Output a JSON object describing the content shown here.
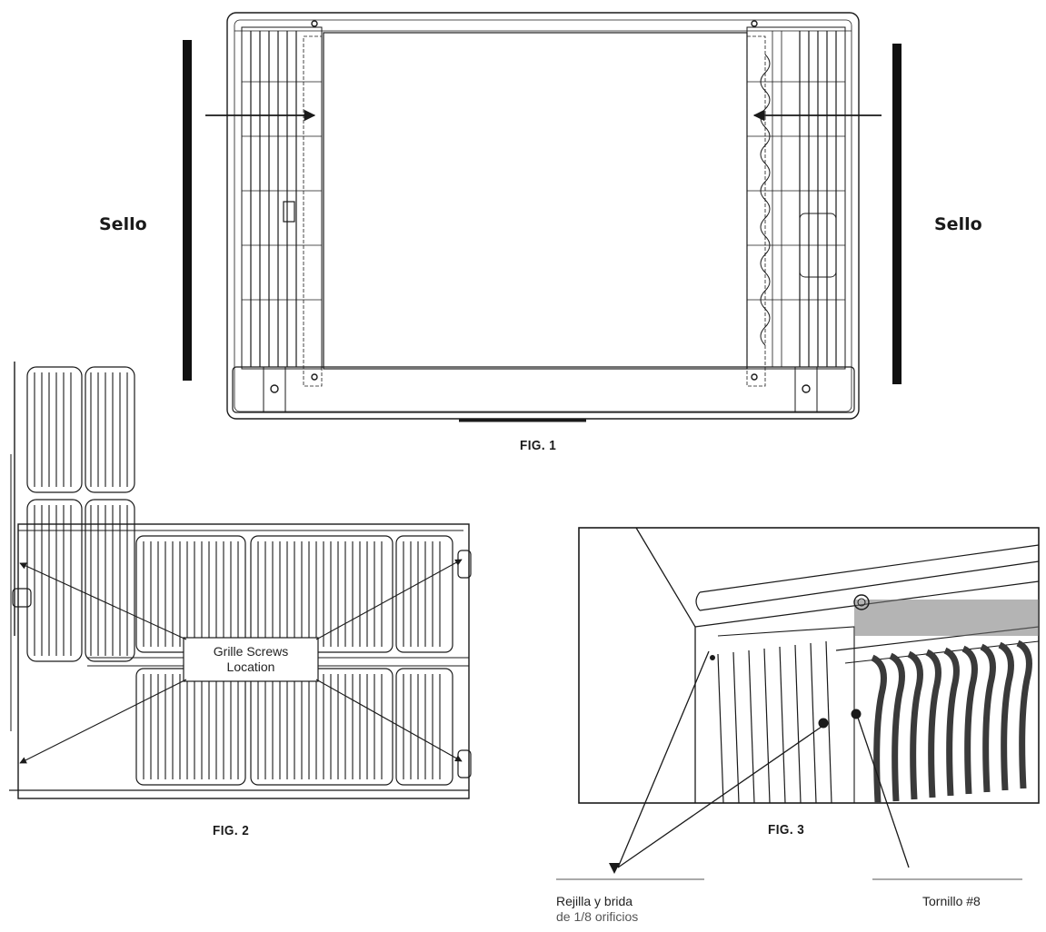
{
  "figures": {
    "fig1": {
      "caption": "FIG. 1",
      "seal_left": "Sello",
      "seal_right": "Sello"
    },
    "fig2": {
      "caption": "FIG. 2",
      "callout_line1": "Grille Screws",
      "callout_line2": "Location"
    },
    "fig3": {
      "caption": "FIG. 3",
      "grille_note_line1": "Rejilla y brida",
      "grille_note_line2": "de 1/8 orificios",
      "screw_note": "Tornillo #8"
    }
  },
  "colors": {
    "line": "#1a1a1a",
    "seal_bar": "#111111",
    "background": "#ffffff"
  }
}
